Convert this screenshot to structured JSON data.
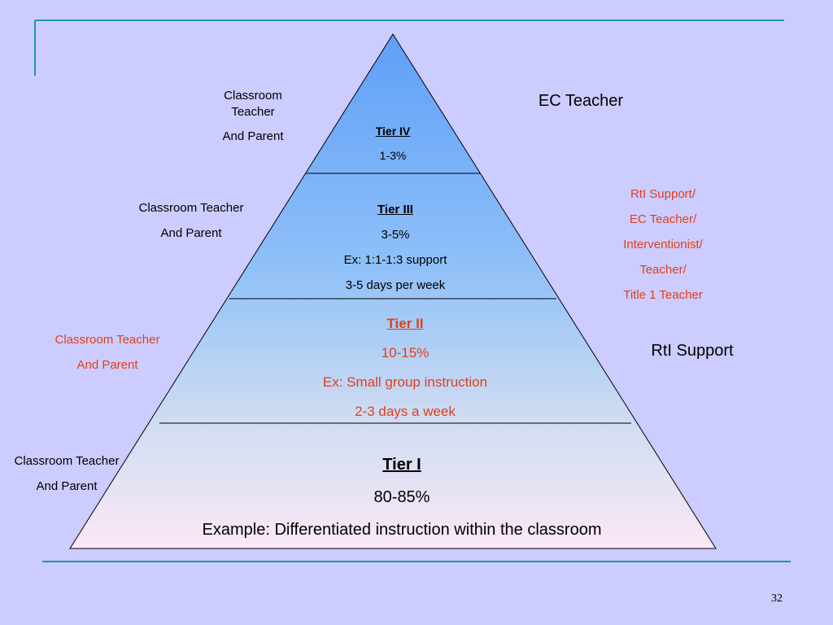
{
  "pyramid": {
    "tiers": [
      {
        "name": "Tier IV",
        "lines": [
          "1-3%"
        ]
      },
      {
        "name": "Tier III",
        "lines": [
          "3-5%",
          "Ex: 1:1-1:3 support",
          "3-5 days per week"
        ]
      },
      {
        "name": "Tier II",
        "lines": [
          "10-15%",
          "Ex: Small group instruction",
          "2-3 days a week"
        ]
      },
      {
        "name": "Tier I",
        "lines": [
          "80-85%",
          "Example: Differentiated instruction within the classroom"
        ]
      }
    ]
  },
  "left_labels": {
    "tier4": [
      "Classroom",
      "Teacher",
      "And Parent"
    ],
    "tier3": [
      "Classroom Teacher",
      "And Parent"
    ],
    "tier2": [
      "Classroom Teacher",
      "And Parent"
    ],
    "tier1": [
      "Classroom Teacher",
      "And Parent"
    ]
  },
  "right_labels": {
    "tier4": "EC Teacher",
    "tier3": [
      "RtI Support/",
      "EC Teacher/",
      "Interventionist/",
      "Teacher/",
      "Title 1 Teacher"
    ],
    "tier2": "RtI Support"
  },
  "page_number": "32",
  "colors": {
    "background": "#ccccff",
    "rule": "#1a9aa6",
    "highlight_text": "#e0401c",
    "pyramid_top": "#5f9ff8",
    "pyramid_bottom": "#fbe8f6"
  }
}
